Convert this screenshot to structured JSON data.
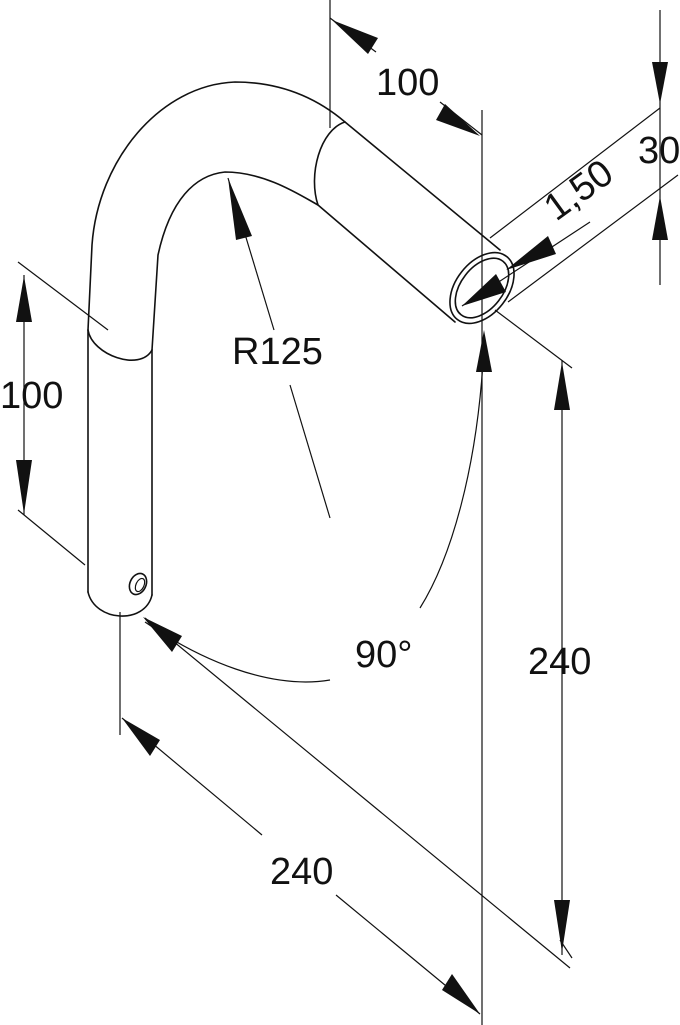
{
  "drawing": {
    "dimensions": {
      "top_length": "100",
      "tube_diameter": "30",
      "wall_thickness": "1,50",
      "left_length": "100",
      "bend_radius": "R125",
      "bend_angle": "90°",
      "height": "240",
      "width": "240"
    }
  }
}
